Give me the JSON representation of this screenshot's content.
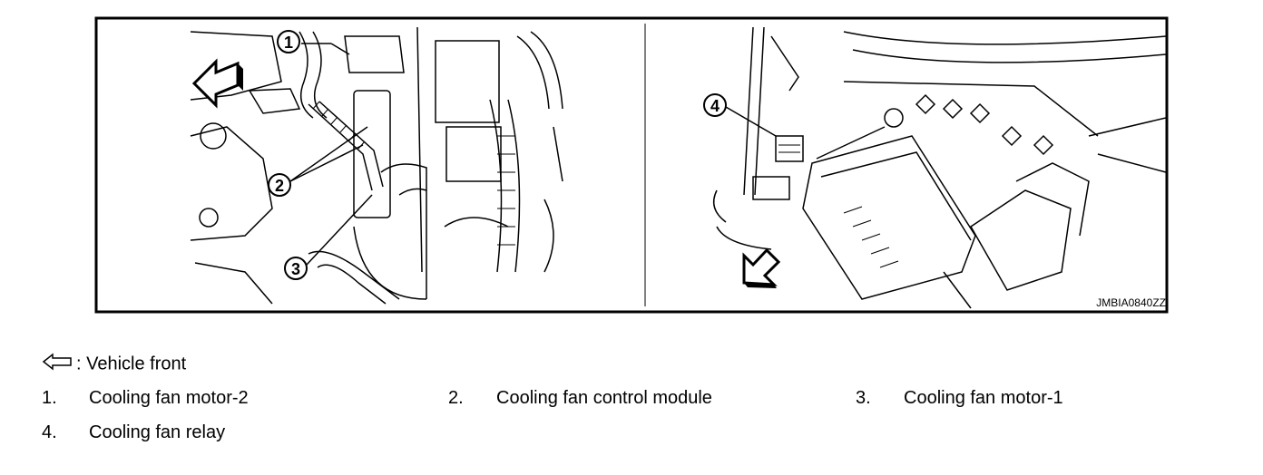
{
  "figure": {
    "code": "JMBIA0840ZZ",
    "callouts": [
      "1",
      "2",
      "3",
      "4"
    ]
  },
  "legend": {
    "front_icon": "outline-arrow-left-icon",
    "front_text": ": Vehicle front",
    "items": [
      {
        "num": "1.",
        "label": "Cooling fan motor-2"
      },
      {
        "num": "2.",
        "label": "Cooling fan control module"
      },
      {
        "num": "3.",
        "label": "Cooling fan motor-1"
      },
      {
        "num": "4.",
        "label": "Cooling fan relay"
      }
    ]
  }
}
